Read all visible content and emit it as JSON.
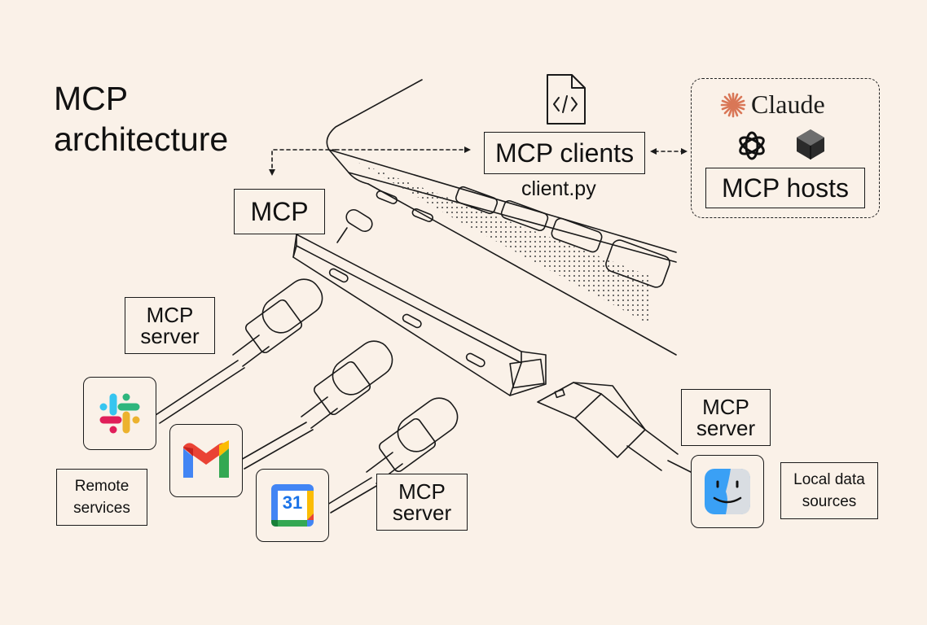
{
  "title": {
    "line1": "MCP",
    "line2": "architecture"
  },
  "labels": {
    "mcp_clients": "MCP clients",
    "client_file": "client.py",
    "mcp_hosts": "MCP hosts",
    "mcp_hub": "MCP",
    "server_top_line1": "MCP",
    "server_top_line2": "server",
    "server_bottom_line1": "MCP",
    "server_bottom_line2": "server",
    "server_right_line1": "MCP",
    "server_right_line2": "server",
    "remote_line1": "Remote",
    "remote_line2": "services",
    "local_line1": "Local data",
    "local_line2": "sources"
  },
  "hosts": {
    "claude_word": "Claude"
  },
  "calendar": {
    "day": "31"
  },
  "colors": {
    "background": "#faf1e8",
    "ink": "#111111",
    "claude_orange": "#d97757",
    "slack_blue": "#36c5f0",
    "slack_green": "#2eb67d",
    "slack_yellow": "#ecb22e",
    "slack_red": "#e01e5a",
    "gmail_red": "#ea4335",
    "gmail_blue": "#4285f4",
    "gmail_green": "#34a853",
    "gmail_yellow": "#fbbc04",
    "finder_blue": "#3aa0f5"
  },
  "icons": [
    "code-file-icon",
    "claude-logo",
    "openai-logo",
    "perplexity-logo",
    "slack-icon",
    "gmail-icon",
    "google-calendar-icon",
    "finder-icon"
  ]
}
